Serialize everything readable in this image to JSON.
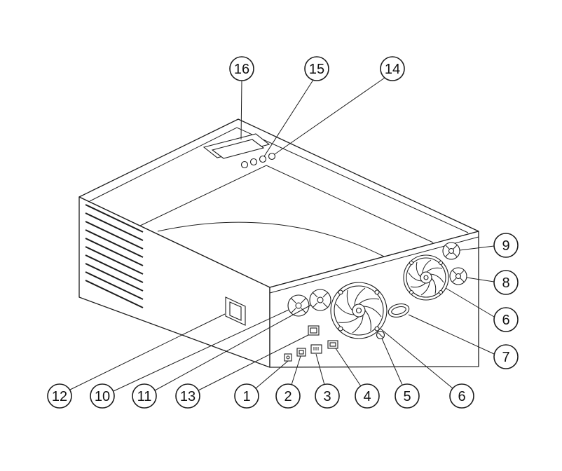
{
  "diagram": {
    "background_color": "#ffffff",
    "line_color": "#1d1d1d"
  },
  "callouts": {
    "top": [
      {
        "label": "16"
      },
      {
        "label": "15"
      },
      {
        "label": "14"
      }
    ],
    "right": [
      {
        "label": "9"
      },
      {
        "label": "8"
      },
      {
        "label": "6"
      },
      {
        "label": "7"
      }
    ],
    "bottom": [
      {
        "label": "12"
      },
      {
        "label": "10"
      },
      {
        "label": "11"
      },
      {
        "label": "13"
      },
      {
        "label": "1"
      },
      {
        "label": "2"
      },
      {
        "label": "3"
      },
      {
        "label": "4"
      },
      {
        "label": "5"
      },
      {
        "label": "6"
      }
    ]
  }
}
